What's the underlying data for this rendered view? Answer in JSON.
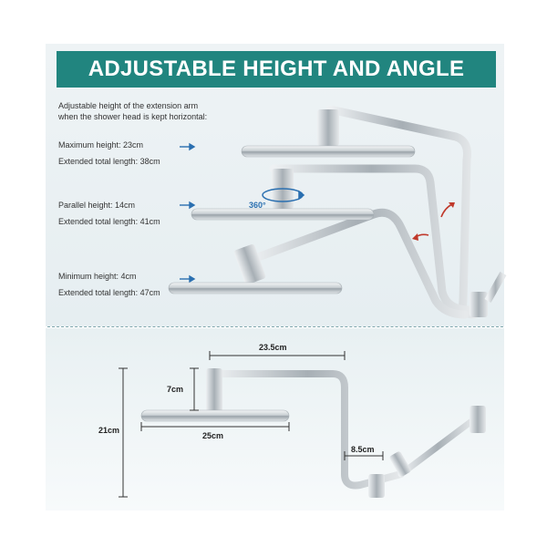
{
  "banner": {
    "title": "ADJUSTABLE HEIGHT AND ANGLE"
  },
  "intro": {
    "line1": "Adjustable height of the extension arm",
    "line2": "when the shower head is kept horizontal:"
  },
  "positions": [
    {
      "height": "Maximum height: 23cm",
      "length": "Extended total length: 38cm"
    },
    {
      "height": "Parallel height: 14cm",
      "length": "Extended total length: 41cm"
    },
    {
      "height": "Minimum height: 4cm",
      "length": "Extended total length: 47cm"
    }
  ],
  "rotation_label": "360°",
  "dimensions": {
    "arm_length": "23.5cm",
    "head_height": "7cm",
    "total_height": "21cm",
    "head_diameter": "25cm",
    "offset": "8.5cm"
  },
  "colors": {
    "banner": "#21857f",
    "arrow_blue": "#2a6fb0",
    "arrow_red": "#c0392b"
  }
}
